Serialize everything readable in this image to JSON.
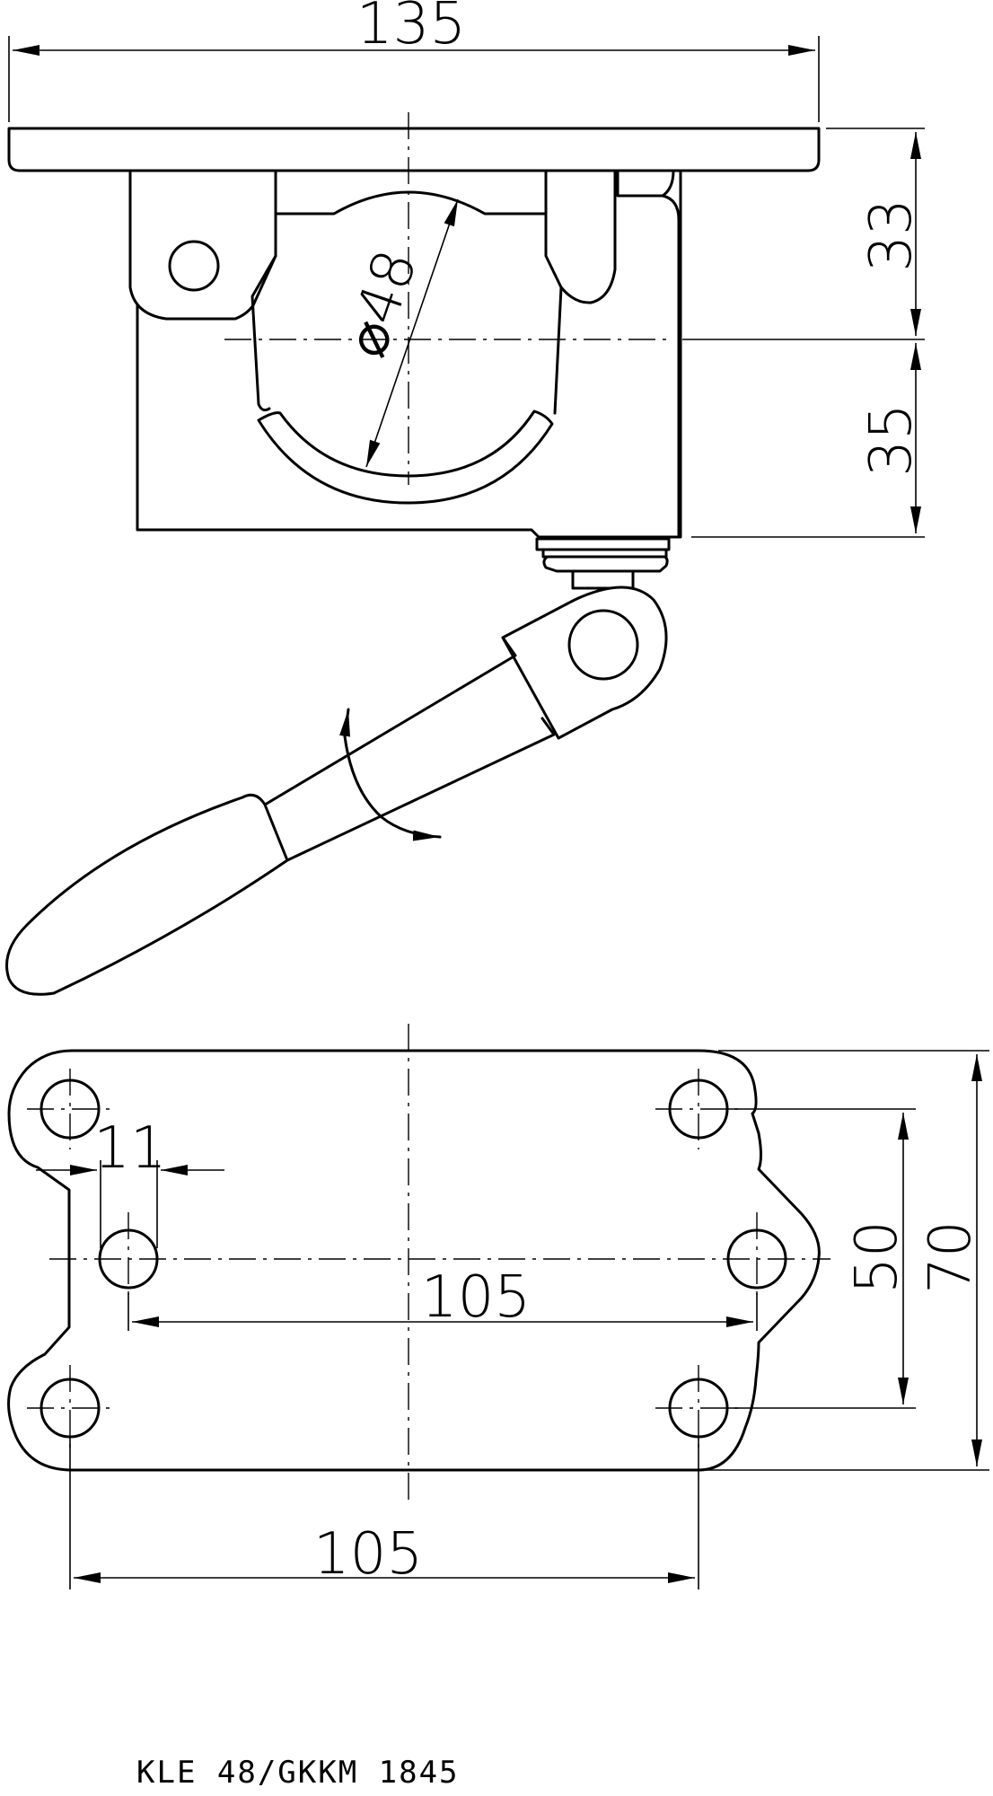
{
  "drawing": {
    "dimensions": {
      "plate_width": "135",
      "height_upper": "33",
      "height_lower": "35",
      "tube_diameter": "⌀48",
      "hole_diameter": "11",
      "hole_spacing_center": "105",
      "hole_spacing_outer": "105",
      "inner_hole_spacing": "50",
      "base_height": "70"
    },
    "caption": "KLE 48/GKKM 1845"
  }
}
